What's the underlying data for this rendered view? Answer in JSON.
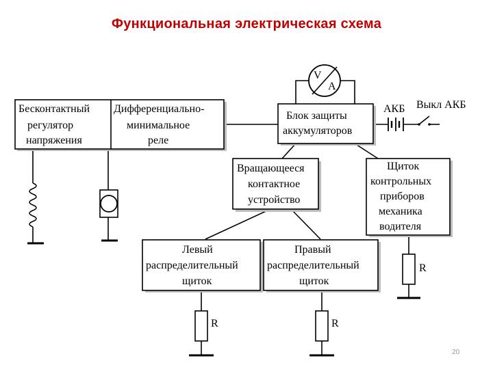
{
  "title": "Функциональная электрическая схема",
  "blocks": {
    "regulator": [
      "Бесконтактный",
      "регулятор",
      "напряжения"
    ],
    "relay": [
      "Дифференциально-",
      "минимальное",
      "реле"
    ],
    "protection": [
      "Блок защиты",
      "аккумуляторов"
    ],
    "rotating": [
      "Вращающееся",
      "контактное",
      "устройство"
    ],
    "panel": [
      "Щиток",
      "контрольных",
      "приборов",
      "механика",
      "водителя"
    ],
    "left": [
      "Левый",
      "распределительный",
      "щиток"
    ],
    "right": [
      "Правый",
      "распределительный",
      "щиток"
    ]
  },
  "labels": {
    "akb": "АКБ",
    "switch": "Выкл АКБ",
    "meter_v": "V",
    "meter_a": "A",
    "r1": "R",
    "r2": "R",
    "r3": "R"
  },
  "page_number": "20"
}
